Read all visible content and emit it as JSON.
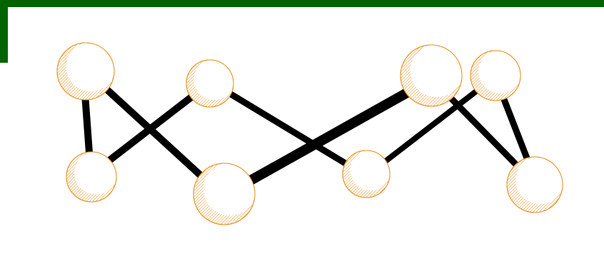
{
  "colors": {
    "frame": "#006400",
    "bond": "#000000",
    "atom_fill": "#ffffff",
    "atom_stroke": "#e8901e",
    "atom_shade": "#e8901e"
  },
  "molecule": {
    "atoms": [
      "a1",
      "a2",
      "a3",
      "a4",
      "a5",
      "a6",
      "a7",
      "a8"
    ],
    "bonds": [
      [
        "a1",
        "a2"
      ],
      [
        "a1",
        "a4"
      ],
      [
        "a2",
        "a3"
      ],
      [
        "a3",
        "a6"
      ],
      [
        "a4",
        "a5"
      ],
      [
        "a5",
        "a7"
      ],
      [
        "a6",
        "a8"
      ],
      [
        "a7",
        "a8"
      ]
    ]
  }
}
